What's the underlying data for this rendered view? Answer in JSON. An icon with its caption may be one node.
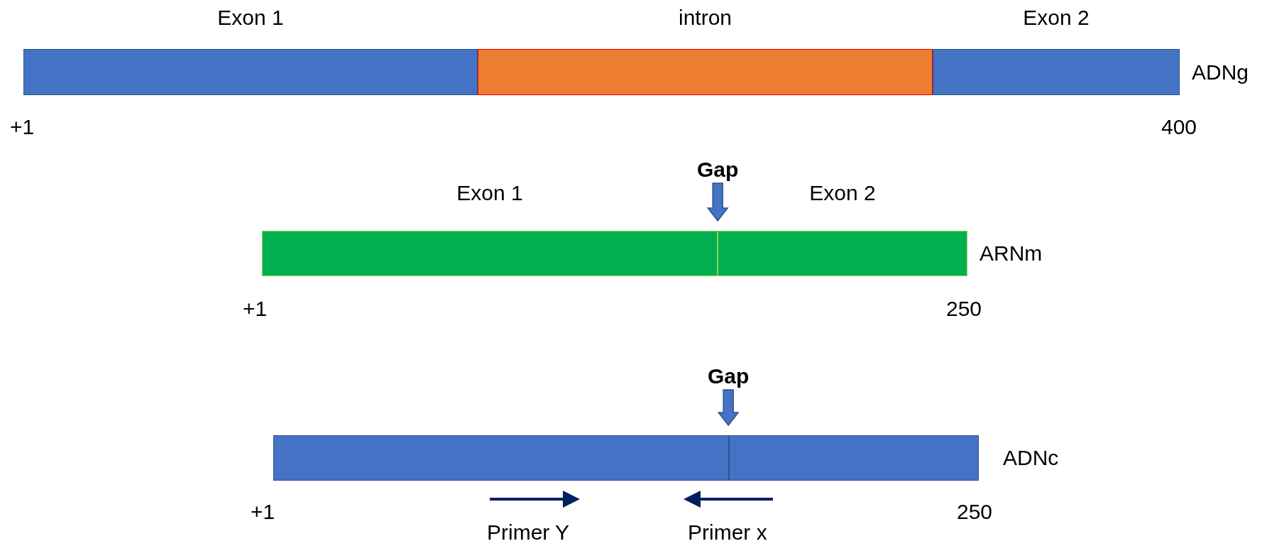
{
  "diagram": {
    "nodes": [
      {
        "text": [
          "ADNg"
        ]
      },
      {
        "text": [
          "Exon 1"
        ],
        "in": 0
      },
      {
        "text": [
          "intron"
        ],
        "in": 0
      },
      {
        "text": [
          "Exon 2"
        ],
        "in": 0
      },
      {
        "text": [
          "ARNm"
        ]
      },
      {
        "text": [
          "Exon 1"
        ],
        "in": 4
      },
      {
        "text": [
          "Exon 2"
        ],
        "in": 4
      },
      {
        "text": [
          "ADNc"
        ]
      },
      {
        "text": [
          "Gap"
        ]
      },
      {
        "text": [
          "Gap"
        ]
      }
    ],
    "edges": [
      {
        "from": 8,
        "to": null,
        "arrow": "to"
      },
      {
        "from": 9,
        "to": null,
        "arrow": "to"
      }
    ],
    "labels": [
      "+1",
      "400",
      "+1",
      "250",
      "+1",
      "250",
      "Primer Y",
      "Primer x"
    ]
  }
}
